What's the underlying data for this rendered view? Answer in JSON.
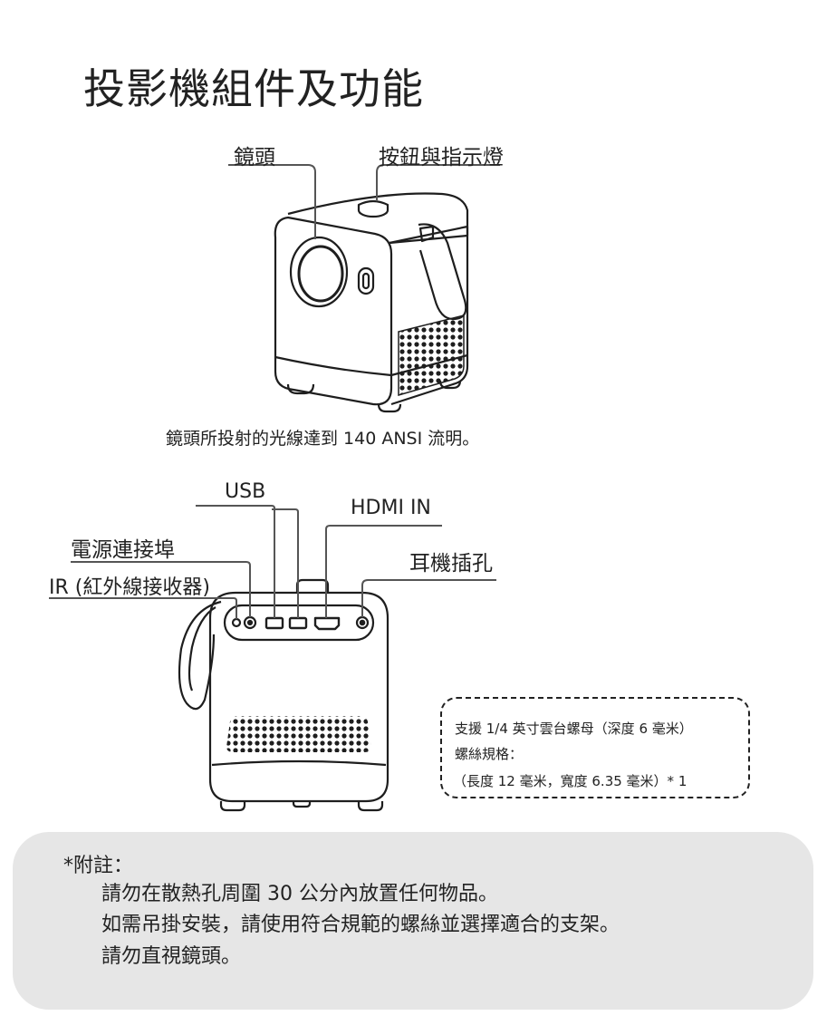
{
  "title": "投影機組件及功能",
  "top_view": {
    "lens_label": "鏡頭",
    "button_label": "按鈕與指示燈",
    "caption": "鏡頭所投射的光線達到 140 ANSI 流明。"
  },
  "rear_view": {
    "usb_label": "USB",
    "hdmi_label": "HDMI IN",
    "power_label": "電源連接埠",
    "ir_label": "IR (紅外線接收器)",
    "headphone_label": "耳機插孔"
  },
  "mount_info": {
    "line1": "支援 1/4 英寸雲台螺母（深度 6 毫米）",
    "line2": "螺絲規格：",
    "line3": "（長度 12 毫米，寬度 6.35 毫米）* 1"
  },
  "notes": {
    "title": "*附註：",
    "items": [
      "請勿在散熱孔周圍 30 公分內放置任何物品。",
      "如需吊掛安裝，請使用符合規範的螺絲並選擇適合的支架。",
      "請勿直視鏡頭。"
    ]
  }
}
